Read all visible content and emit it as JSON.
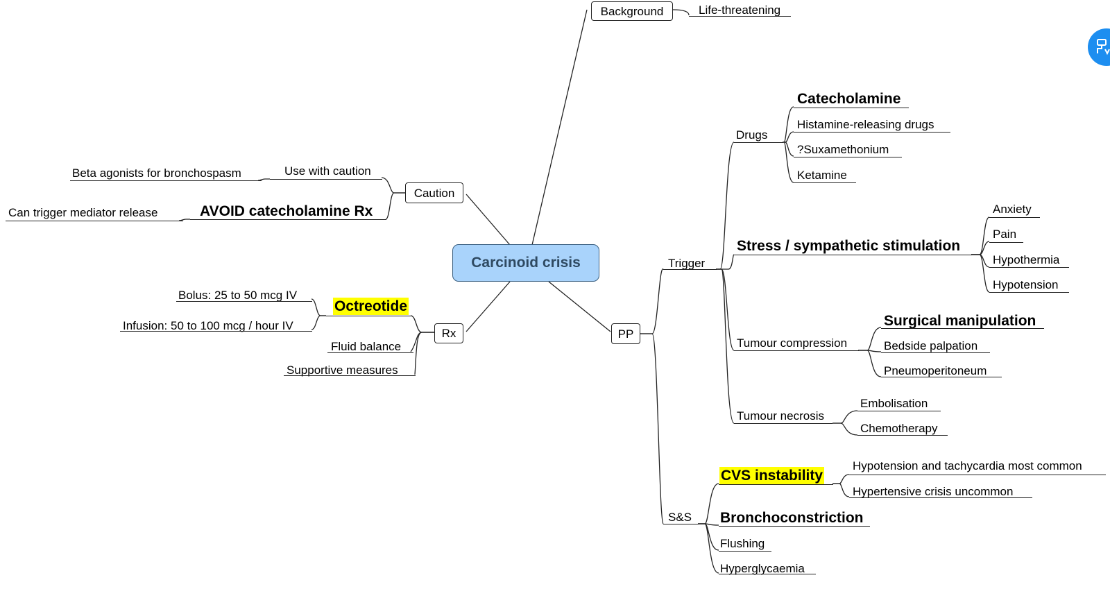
{
  "root": "Carcinoid crisis",
  "background": {
    "label": "Background",
    "items": [
      "Life-threatening"
    ]
  },
  "caution": {
    "label": "Caution",
    "use_with_caution": "Use with caution",
    "beta_agonists": "Beta agonists for bronchospasm",
    "avoid": "AVOID catecholamine Rx",
    "mediator": "Can trigger mediator release"
  },
  "rx": {
    "label": "Rx",
    "octreotide": "Octreotide",
    "bolus": "Bolus: 25 to 50 mcg IV",
    "infusion": "Infusion: 50 to 100 mcg / hour IV",
    "fluid": "Fluid balance",
    "supportive": "Supportive measures"
  },
  "pp": {
    "label": "PP",
    "trigger": {
      "label": "Trigger",
      "drugs": {
        "label": "Drugs",
        "items": [
          "Catecholamine",
          "Histamine-releasing drugs",
          "?Suxamethonium",
          "Ketamine"
        ]
      },
      "stress": {
        "label": "Stress / sympathetic stimulation",
        "items": [
          "Anxiety",
          "Pain",
          "Hypothermia",
          "Hypotension"
        ]
      },
      "compression": {
        "label": "Tumour compression",
        "items": [
          "Surgical manipulation",
          "Bedside palpation",
          "Pneumoperitoneum"
        ]
      },
      "necrosis": {
        "label": "Tumour necrosis",
        "items": [
          "Embolisation",
          "Chemotherapy"
        ]
      }
    },
    "ss": {
      "label": "S&S",
      "cvs": {
        "label": "CVS instability",
        "items": [
          "Hypotension and tachycardia most common",
          "Hypertensive crisis uncommon"
        ]
      },
      "broncho": "Bronchoconstriction",
      "flushing": "Flushing",
      "hyperglycaemia": "Hyperglycaemia"
    }
  },
  "colors": {
    "root_fill": "#a9d3fb",
    "highlight": "#ffff00",
    "tool_button": "#1d8ef0"
  },
  "tool_button": {
    "icon": "flowchart-tool-icon"
  }
}
